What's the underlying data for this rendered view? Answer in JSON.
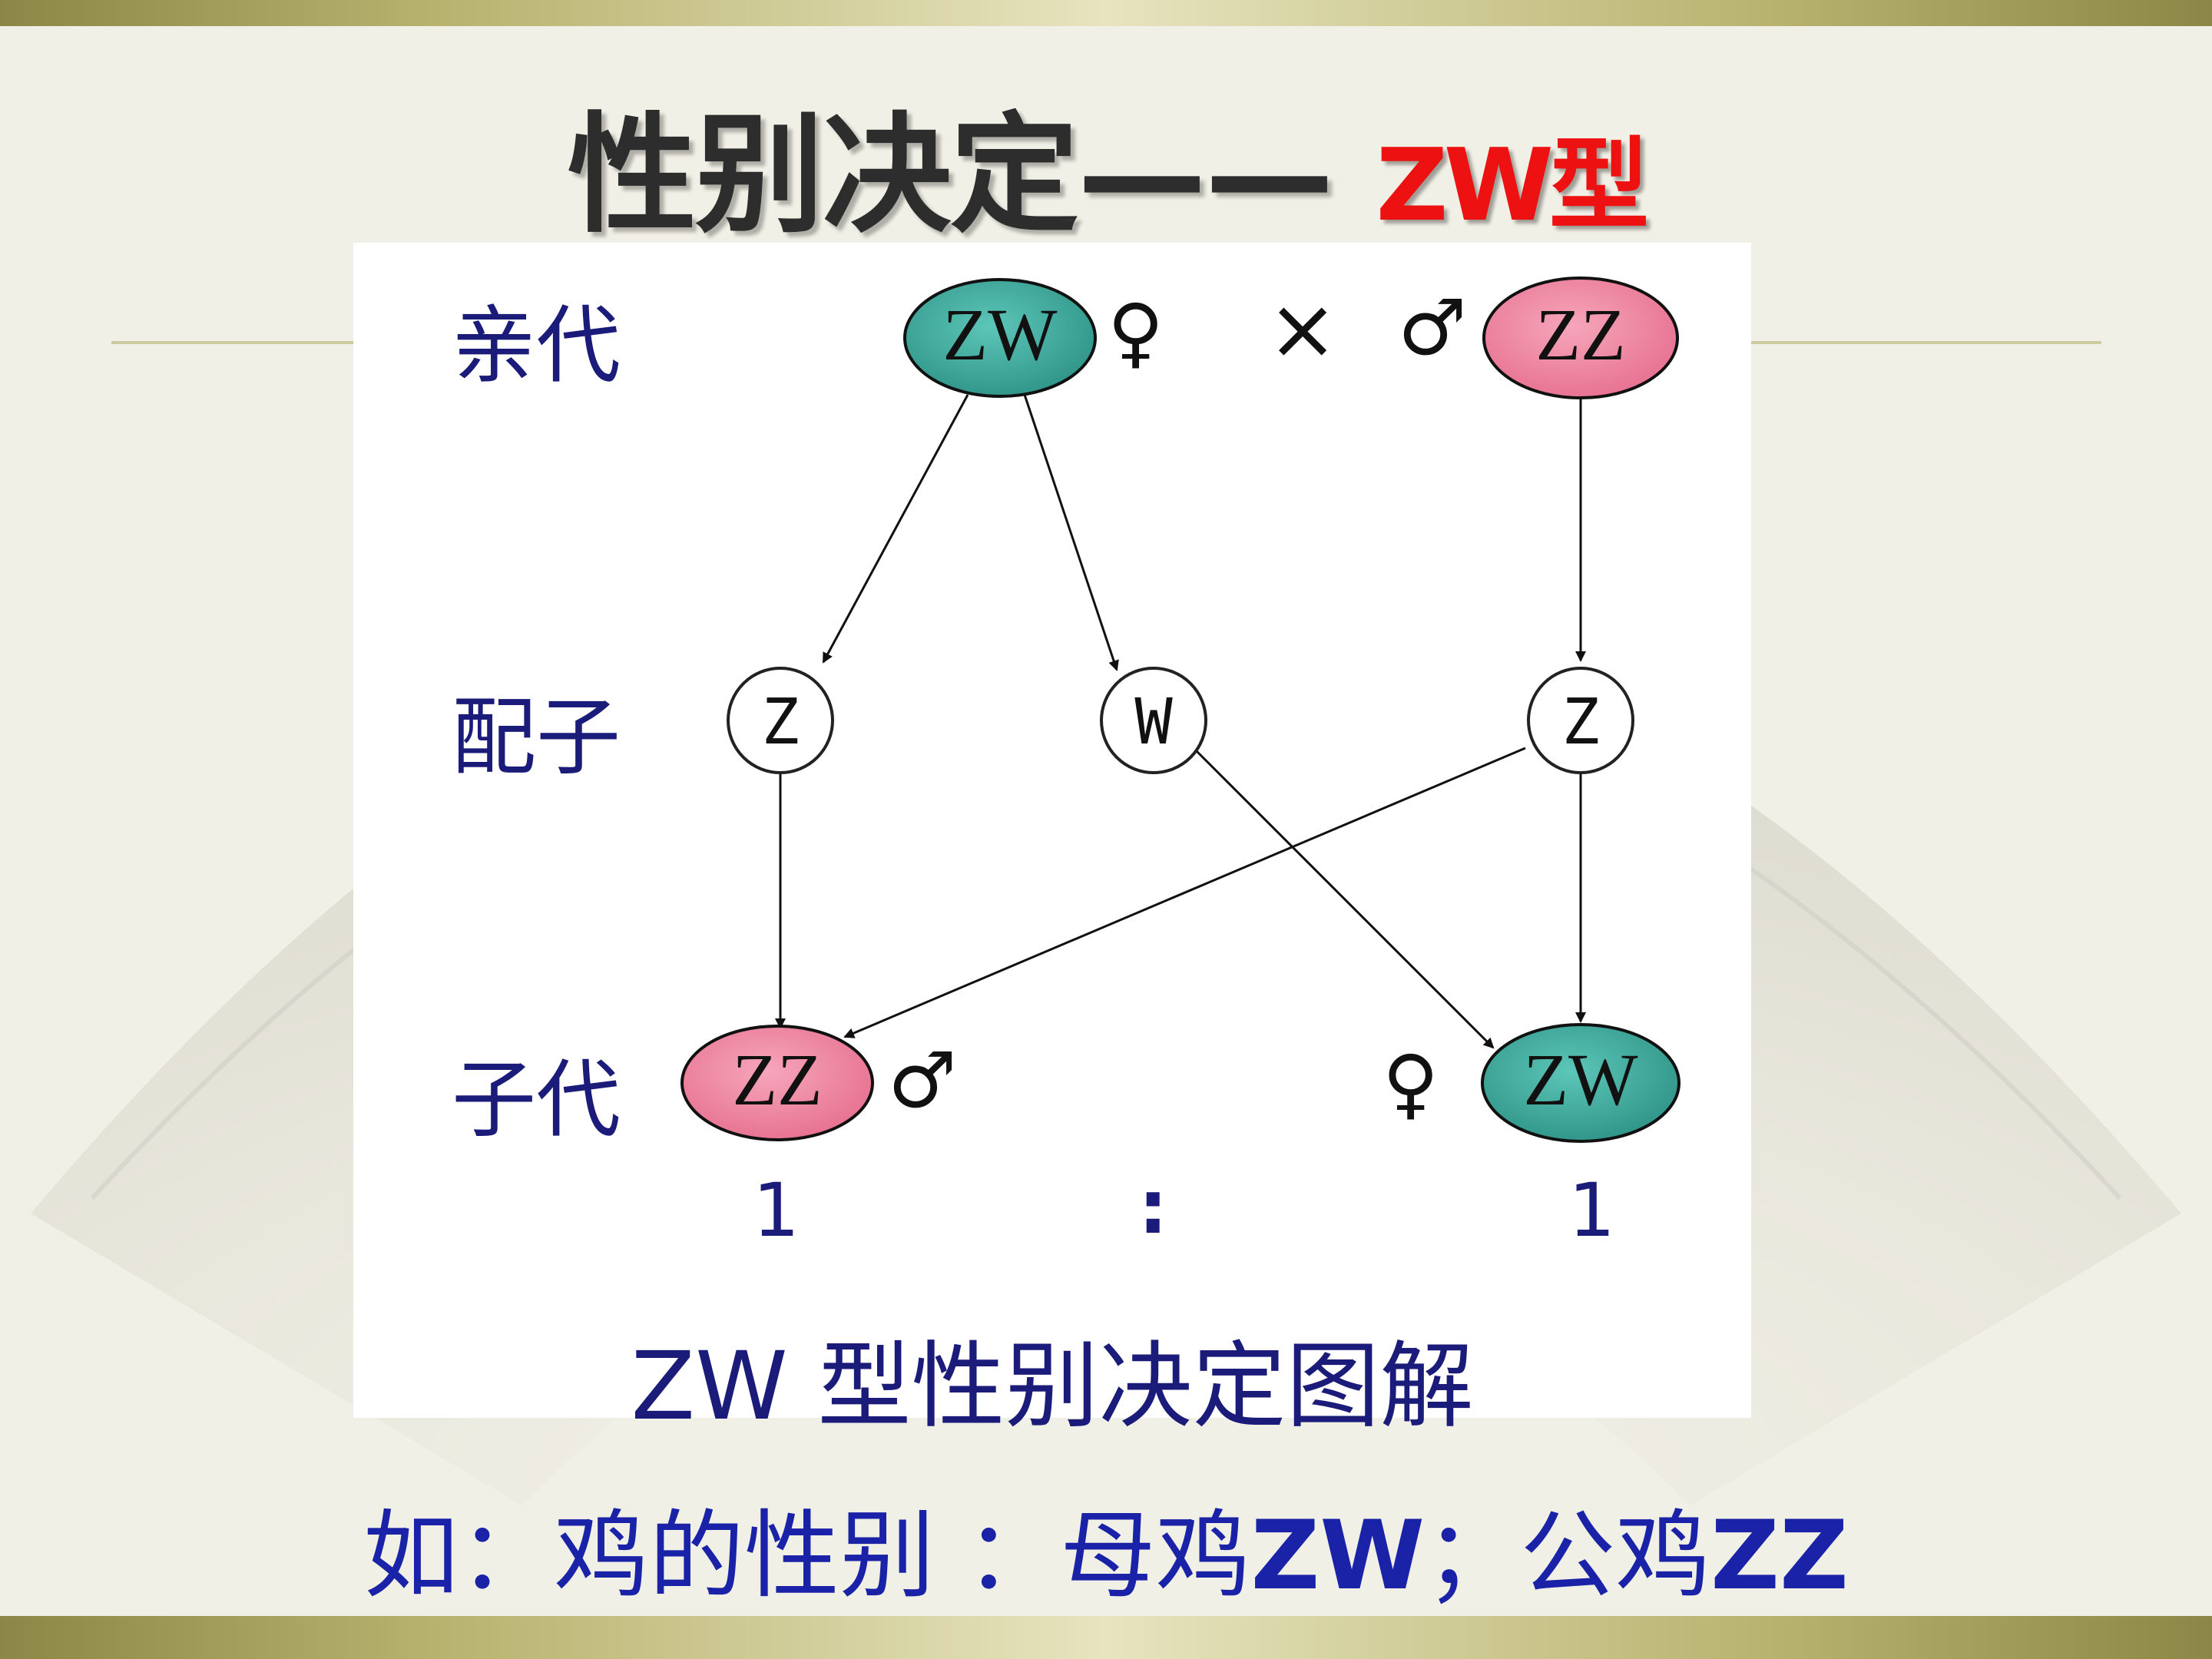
{
  "slide": {
    "title_main": "性别决定",
    "title_dash": "——",
    "title_type": "ZW型"
  },
  "diagram": {
    "row_parent": "亲代",
    "row_gamete": "配子",
    "row_offspring": "子代",
    "parent_female": "ZW",
    "parent_male": "ZZ",
    "female_symbol": "♀",
    "male_symbol": "♂",
    "cross_symbol": "×",
    "gamete_1": "Z",
    "gamete_2": "W",
    "gamete_3": "Z",
    "offspring_male": "ZZ",
    "offspring_female": "ZW",
    "ratio_left": "1",
    "ratio_sep": ":",
    "ratio_right": "1",
    "caption": "ZW 型性别决定图解",
    "colors": {
      "female_node": "#3fa89c",
      "male_node": "#ee7f9c",
      "label_blue": "#1b1c7a"
    }
  },
  "footer": {
    "prefix": "如：鸡的性别 ：母鸡",
    "hen": "ZW",
    "sep": "；公鸡",
    "rooster": "ZZ"
  }
}
